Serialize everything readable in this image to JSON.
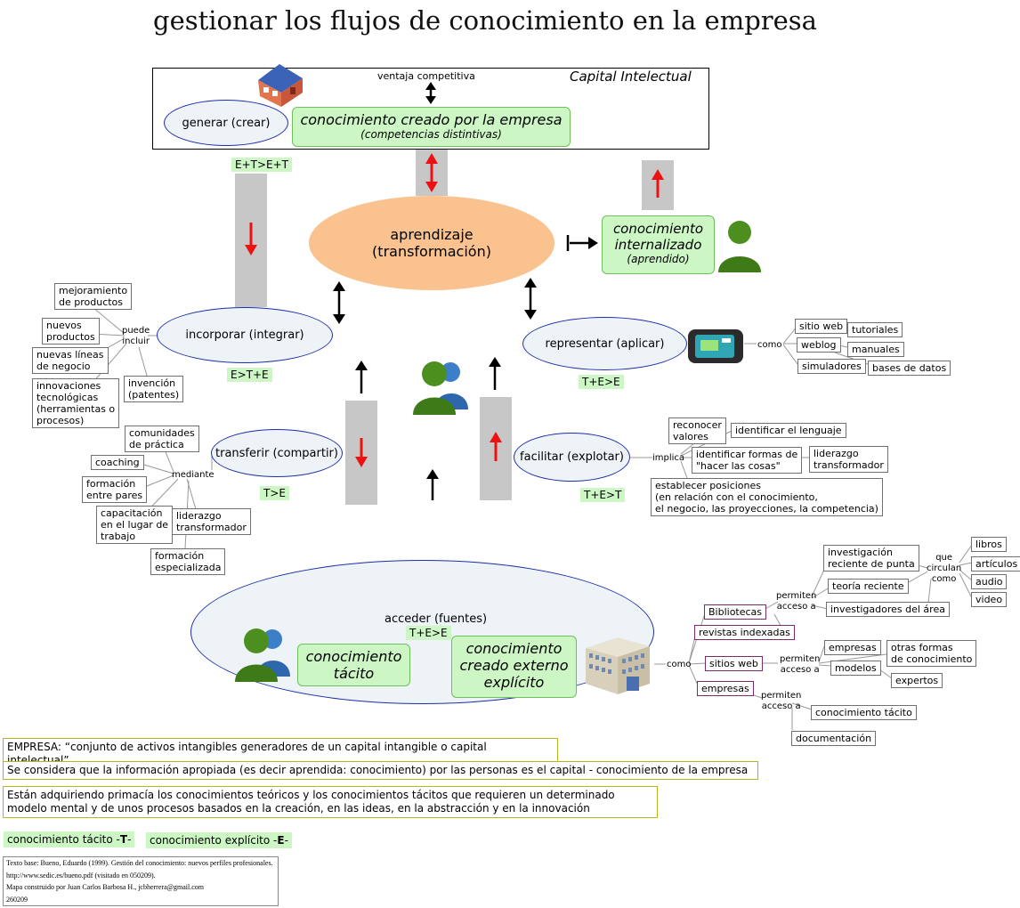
{
  "title": "gestionar los flujos de conocimiento en la empresa",
  "capital": {
    "label": "Capital Intelectual",
    "ventaja": "ventaja competitiva",
    "generar": "generar (crear)",
    "conocimiento_creado": "conocimiento creado por la empresa",
    "competencias": "(competencias distintivas)"
  },
  "center": {
    "line1": "aprendizaje",
    "line2": "(transformación)"
  },
  "internalizado": {
    "line1": "conocimiento",
    "line2": "internalizado",
    "line3": "(aprendido)"
  },
  "tags": {
    "etet": "E+T>E+T",
    "ete": "E>T+E",
    "te_rep": "T+E>E",
    "te": "T>E",
    "tet": "T+E>T",
    "tee": "T+E>E"
  },
  "incorporar": {
    "label": "incorporar (integrar)",
    "connector": [
      "puede",
      "incluir"
    ],
    "items": [
      "mejoramiento\nde productos",
      "nuevos\nproductos",
      "nuevas líneas\nde negocio",
      "innovaciones\ntecnológicas\n(herramientas o\nprocesos)",
      "invención\n(patentes)"
    ]
  },
  "representar": {
    "label": "representar (aplicar)",
    "connector": "como",
    "items": [
      "sitio web",
      "tutoriales",
      "weblog",
      "manuales",
      "simuladores",
      "bases de datos"
    ]
  },
  "transferir": {
    "label": "transferir (compartir)",
    "connector": "mediante",
    "items": [
      "comunidades\nde práctica",
      "coaching",
      "formación\nentre pares",
      "capacitación\nen el lugar de\ntrabajo",
      "liderazgo\ntransformador",
      "formación\nespecializada"
    ]
  },
  "facilitar": {
    "label": "facilitar (explotar)",
    "connector": "implica",
    "items": [
      "reconocer\nvalores",
      "identificar el lenguaje",
      "identificar formas de\n\"hacer las cosas\"",
      "liderazgo\ntransformador",
      "establecer posiciones\n(en relación con el conocimiento,\nel negocio, las proyecciones, la competencia)"
    ]
  },
  "acceder": {
    "label": "acceder (fuentes)",
    "tacito": [
      "conocimiento",
      "tácito"
    ],
    "explicito": [
      "conocimiento",
      "creado externo",
      "explícito"
    ],
    "connector": "como",
    "sources": [
      "Bibliotecas",
      "revistas indexadas",
      "sitios web",
      "empresas"
    ],
    "permiten": "permiten\nacceso a",
    "lib_items": [
      "investigación\nreciente de punta",
      "teoría reciente",
      "investigadores del área"
    ],
    "que_circulan": "que\ncirculan\ncomo",
    "media": [
      "libros",
      "artículos",
      "audio",
      "video"
    ],
    "web_items": [
      "empresas",
      "otras formas\nde conocimiento",
      "modelos",
      "expertos"
    ],
    "emp_items": [
      "conocimiento tácito",
      "documentación"
    ]
  },
  "notes": [
    "EMPRESA:  “conjunto de activos intangibles generadores de un capital intangible o capital intelectual”.",
    "Se considera que la información apropiada (es decir aprendida:  conocimiento) por las personas es el capital - conocimiento de la empresa",
    "Están adquiriendo primacía los conocimientos teóricos y los conocimientos tácitos que requieren un determinado modelo mental y de unos procesos basados en la creación, en las ideas, en la abstracción y en la innovación"
  ],
  "legend": {
    "tacito": "conocimiento tácito -",
    "tacito_key": "T",
    "explicito": "conocimiento explícito -",
    "explicito_key": "E"
  },
  "credits": [
    "Texto base:  Bueno, Eduardo (1999). Gestión del conocimiento: nuevos perfiles profesionales.",
    "http://www.sedic.es/bueno.pdf (visitado en 050209).",
    "Mapa construido por Juan Carlos Barbosa H., jcbherrera@gmail.com",
    "260209"
  ],
  "colors": {
    "accent_green": "#ccf7c4",
    "ellipse_border": "#1e2fa8",
    "center_fill": "#f9c28e",
    "arrow_red": "#ee1111",
    "flow_gray": "#c7c7c7"
  },
  "icons": [
    "house-icon",
    "person-icon",
    "group-icon",
    "pda-icon",
    "building-icon"
  ]
}
